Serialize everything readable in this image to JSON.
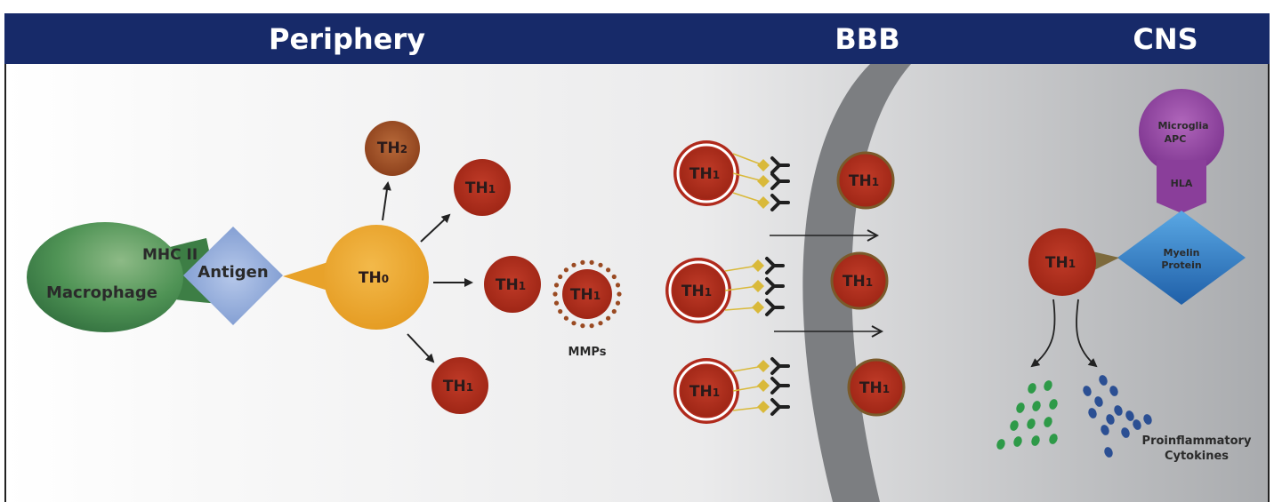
{
  "header": {
    "periphery": "Periphery",
    "bbb": "BBB",
    "cns": "CNS"
  },
  "labels": {
    "mhc": "MHC II",
    "macrophage": "Macrophage",
    "antigen": "Antigen",
    "mmps": "MMPs",
    "microglia_line1": "Microglia",
    "microglia_line2": "APC",
    "hla": "HLA",
    "myelin_line1": "Myelin",
    "myelin_line2": "Protein",
    "cytokines_line1": "Proinflammatory",
    "cytokines_line2": "Cytokines"
  },
  "cells": {
    "th0": {
      "base": "TH",
      "sub": "0"
    },
    "th2": {
      "base": "TH",
      "sub": "2"
    },
    "th1": {
      "base": "TH",
      "sub": "1"
    }
  },
  "colors": {
    "header_bg": "#172a69",
    "macrophage": "#3f8a4a",
    "antigen": "#8fa8d8",
    "th0": "#e8a22a",
    "th1": "#b02a1c",
    "th2": "#9a4a22",
    "barrier": "#7b7d80",
    "integrin": "#d9b93a",
    "microglia": "#9a48a6",
    "myelin": "#2f7cc6",
    "cytokine_green": "#2e9a48",
    "cytokine_blue": "#2b4f93"
  }
}
